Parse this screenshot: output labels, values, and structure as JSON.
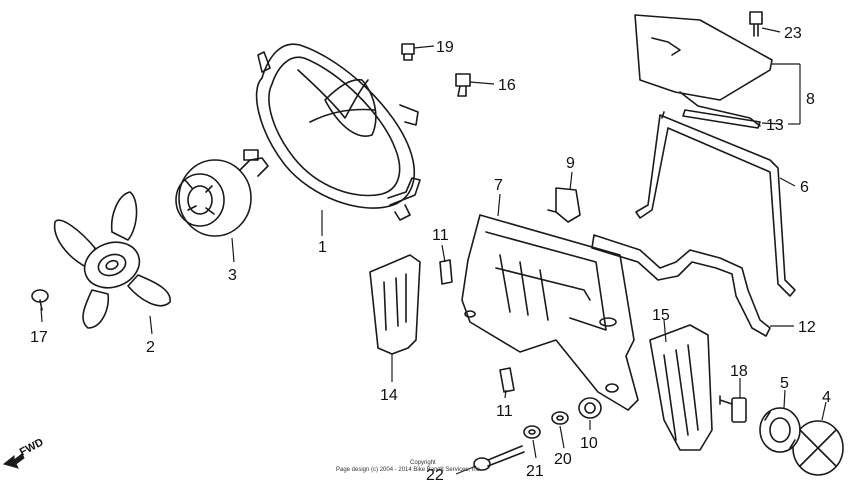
{
  "callouts": [
    "1",
    "2",
    "3",
    "4",
    "5",
    "6",
    "7",
    "8",
    "9",
    "10",
    "11",
    "11",
    "12",
    "13",
    "14",
    "15",
    "16",
    "17",
    "18",
    "19",
    "20",
    "21",
    "22",
    "23"
  ],
  "fwd_label": "FWD",
  "copyright": {
    "line1": "Copyright",
    "line2": "Page design (c) 2004 - 2014 Bike Bandit Services, Inc."
  },
  "colors": {
    "ink": "#1a1a1a",
    "background": "#ffffff"
  }
}
